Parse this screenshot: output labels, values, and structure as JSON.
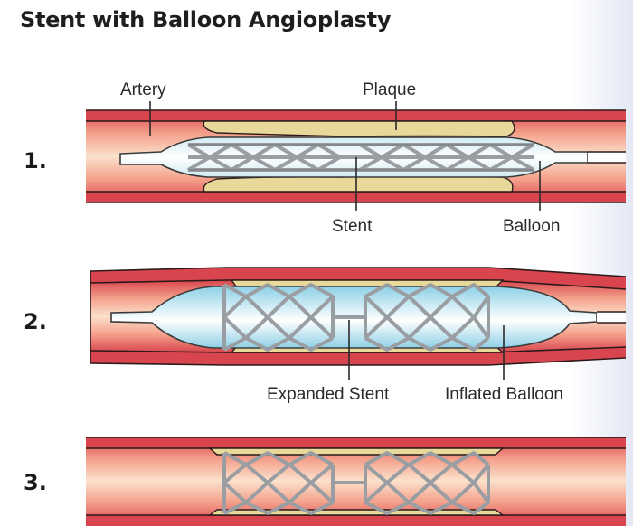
{
  "title": "Stent with Balloon Angioplasty",
  "steps": [
    {
      "number": "1.",
      "labels": {
        "artery": "Artery",
        "plaque": "Plaque",
        "stent": "Stent",
        "balloon": "Balloon"
      }
    },
    {
      "number": "2.",
      "labels": {
        "expanded_stent": "Expanded Stent",
        "inflated_balloon": "Inflated Balloon"
      }
    },
    {
      "number": "3."
    }
  ],
  "colors": {
    "artery_wall": "#d9454e",
    "artery_lumen_light": "#fbe1cc",
    "plaque": "#e8d89a",
    "balloon_fill": "#bfe6f2",
    "stent": "#9a9ea2"
  }
}
